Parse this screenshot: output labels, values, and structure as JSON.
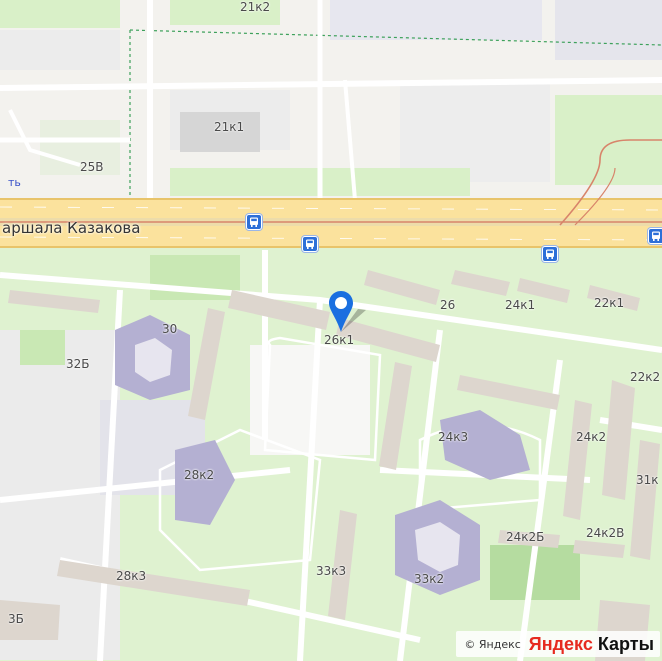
{
  "map": {
    "street_name": "аршала Казакова",
    "edge_fragment": "ть",
    "buildings": [
      {
        "id": "b-21k2",
        "label": "21к2"
      },
      {
        "id": "b-21k1",
        "label": "21к1"
      },
      {
        "id": "b-25v",
        "label": "25В"
      },
      {
        "id": "b-30",
        "label": "30"
      },
      {
        "id": "b-32b",
        "label": "32Б"
      },
      {
        "id": "b-26",
        "label": "26"
      },
      {
        "id": "b-24k1",
        "label": "24к1"
      },
      {
        "id": "b-22k1",
        "label": "22к1"
      },
      {
        "id": "b-26k1",
        "label": "26к1"
      },
      {
        "id": "b-22k2",
        "label": "22к2"
      },
      {
        "id": "b-24k3",
        "label": "24к3"
      },
      {
        "id": "b-24k2",
        "label": "24к2"
      },
      {
        "id": "b-31k",
        "label": "31к"
      },
      {
        "id": "b-28k2",
        "label": "28к2"
      },
      {
        "id": "b-24k2b",
        "label": "24к2Б"
      },
      {
        "id": "b-24k2v",
        "label": "24к2В"
      },
      {
        "id": "b-33k3",
        "label": "33к3"
      },
      {
        "id": "b-33k2",
        "label": "33к2"
      },
      {
        "id": "b-28k3",
        "label": "28к3"
      },
      {
        "id": "b-3b",
        "label": "3Б"
      }
    ]
  },
  "attribution": {
    "copyright": "© Яндекс",
    "brand_ya": "Яндекс",
    "brand_maps": " Карты"
  },
  "colors": {
    "road_fill": "#fbe29d",
    "road_edge": "#e8c46a",
    "tram": "#d8846a",
    "green": "#d6efc4",
    "building": "#dcd9d5",
    "accent": "#2d6fd8",
    "brand_red": "#e62a1f"
  }
}
